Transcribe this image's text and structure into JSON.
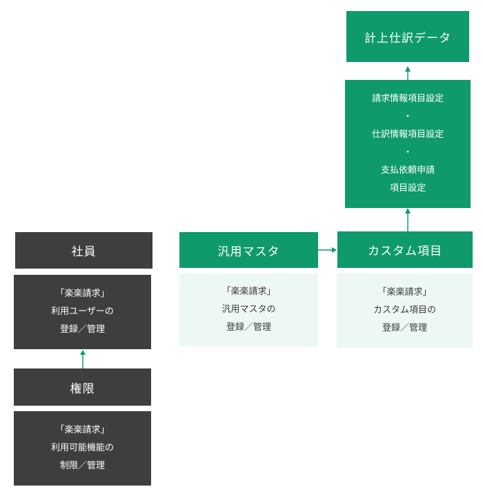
{
  "colors": {
    "dark": "#3f3e3e",
    "green": "#0f9a6c",
    "light": "#eef8f3",
    "arrow": "#0f9a6c"
  },
  "nodes": {
    "keijo": {
      "title": "計上仕訳データ"
    },
    "settings": {
      "lines": [
        "請求情報項目設定",
        "・",
        "仕訳情報項目設定",
        "・",
        "支払依頼申請",
        "項目設定"
      ]
    },
    "shain": {
      "title": "社員",
      "desc": [
        "「楽楽請求」",
        "利用ユーザーの",
        "登録／管理"
      ]
    },
    "kengen": {
      "title": "権限",
      "desc": [
        "「楽楽請求」",
        "利用可能機能の",
        "制限／管理"
      ]
    },
    "hanyo": {
      "title": "汎用マスタ",
      "desc": [
        "「楽楽請求」",
        "汎用マスタの",
        "登録／管理"
      ]
    },
    "custom": {
      "title": "カスタム項目",
      "desc": [
        "「楽楽請求」",
        "カスタム項目の",
        "登録／管理"
      ]
    }
  }
}
